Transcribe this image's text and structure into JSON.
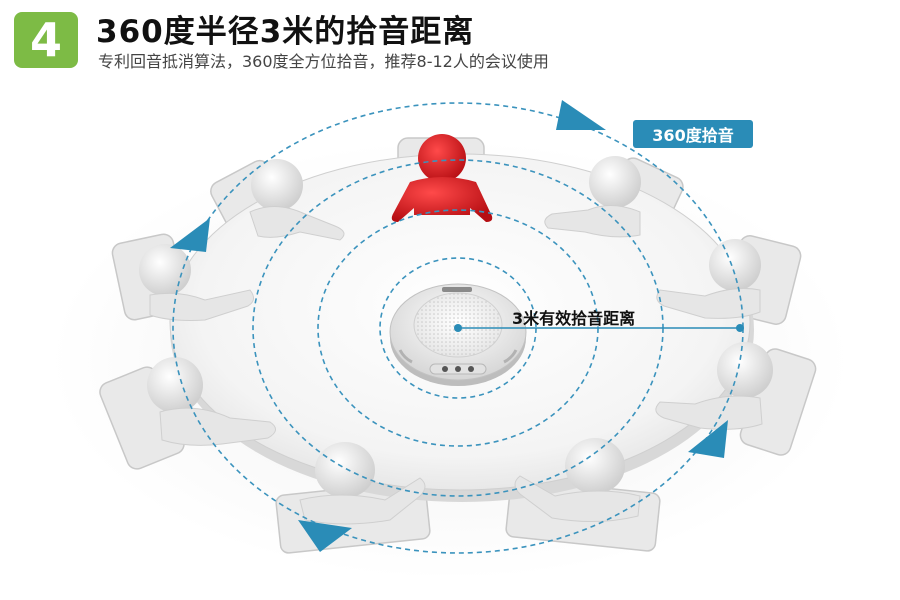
{
  "header": {
    "badge_number": "4",
    "title": "360度半径3米的拾音距离",
    "subtitle": "专利回音抵消算法，360度全方位拾音，推荐8-12人的会议使用"
  },
  "labels": {
    "pickup_360": "360度拾音",
    "pickup_radius": "3米有效拾音距离"
  },
  "colors": {
    "badge": "#7dbb45",
    "accent": "#2a8cb7",
    "highlight_person": "#d9161c",
    "figure": "#eaeaea"
  }
}
